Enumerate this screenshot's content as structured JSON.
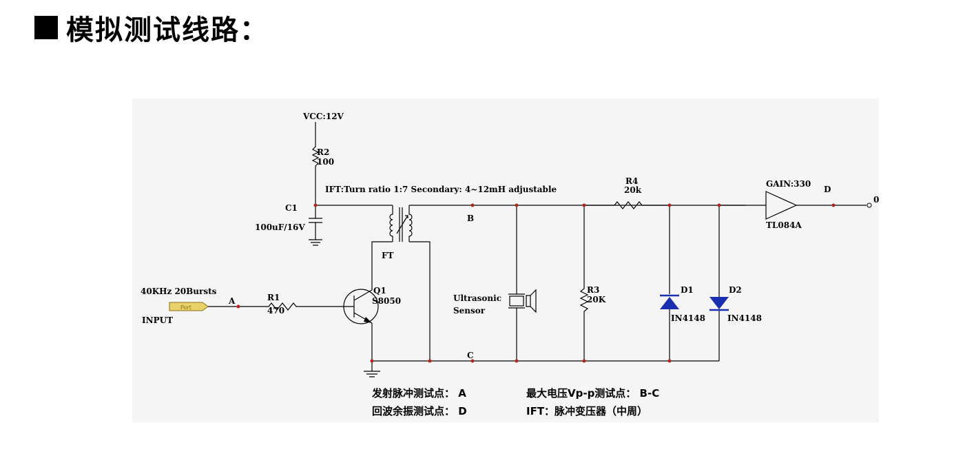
{
  "title": "模拟测试线路：",
  "diagram": {
    "vcc": "VCC:12V",
    "r2": {
      "ref": "R2",
      "value": "100"
    },
    "c1": {
      "ref": "C1",
      "value": "100uF/16V"
    },
    "ift_note": "IFT:Turn ratio 1:7   Secondary: 4~12mH adjustable",
    "ft_label": "FT",
    "node_b": "B",
    "node_c": "C",
    "node_a": "A",
    "node_d": "D",
    "r4": {
      "ref": "R4",
      "value": "20k"
    },
    "opamp": {
      "gain": "GAIN:330",
      "part": "TL084A"
    },
    "output_label": "0",
    "input": {
      "signal": "40KHz 20Bursts",
      "port": "Port",
      "name": "INPUT"
    },
    "r1": {
      "ref": "R1",
      "value": "470"
    },
    "q1": {
      "ref": "Q1",
      "part": "S8050"
    },
    "sensor": {
      "line1": "Ultrasonic",
      "line2": "Sensor"
    },
    "r3": {
      "ref": "R3",
      "value": "20K"
    },
    "d1": {
      "ref": "D1",
      "part": "IN4148"
    },
    "d2": {
      "ref": "D2",
      "part": "IN4148"
    },
    "notes": {
      "tx_point": "发射脉冲测试点：  A",
      "max_vpp": "最大电压Vp-p测试点：  B-C",
      "echo_point": "回波余振测试点：  D",
      "ift_desc": "IFT：脉冲变压器（中周）"
    },
    "colors": {
      "junction": "#b0261c",
      "diode": "#1a2fb0",
      "port": "#e8d36a"
    }
  }
}
